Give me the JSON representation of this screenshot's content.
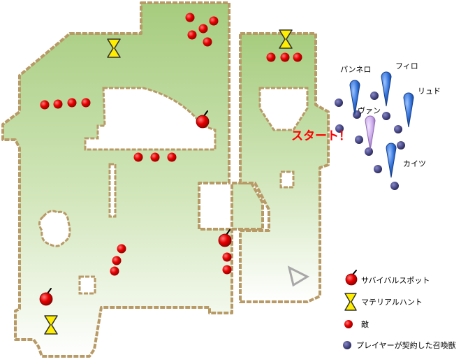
{
  "colors": {
    "map_fill_top": "#a6cc7e",
    "map_fill_bottom": "#ffffff",
    "map_border": "#b89a66",
    "enemy": "#e60000",
    "survival_spot": "#e60000",
    "hourglass": "#ffee00",
    "player_marker": "#2e6fd8",
    "van_marker": "#c9a6e8",
    "summon": "#4a4a8a",
    "start_text": "#ff0000"
  },
  "labels": {
    "start": "スタート！",
    "characters": {
      "pannero": "パンネロ",
      "firo": "フィロ",
      "ryudo": "リュド",
      "van": "ヴァン",
      "kaitsu": "カイツ"
    }
  },
  "legend": {
    "survival_spot": {
      "icon": "survival-spot-icon",
      "label": "サバイバルスポット"
    },
    "material_hunt": {
      "icon": "hourglass-icon",
      "label": "マテリアルハント"
    },
    "enemy": {
      "icon": "enemy-dot-icon",
      "label": "敵"
    },
    "summon": {
      "icon": "summon-dot-icon",
      "label": "プレイヤーが契約した召喚獣"
    }
  }
}
